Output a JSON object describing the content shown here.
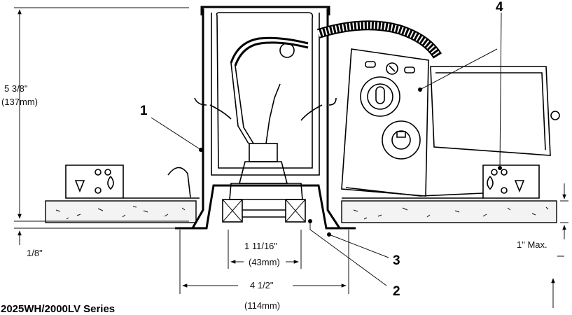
{
  "dimensions": {
    "height_in": "5 3/8\"",
    "height_mm": "(137mm)",
    "trim_in": "1/8\"",
    "aperture_in": "1 11/16\"",
    "aperture_mm": "(43mm)",
    "width_in": "4 1/2\"",
    "width_mm": "(114mm)",
    "ceiling_max": "1\" Max."
  },
  "callouts": [
    "1",
    "2",
    "3",
    "4"
  ],
  "series_label": "2025WH/2000LV Series"
}
